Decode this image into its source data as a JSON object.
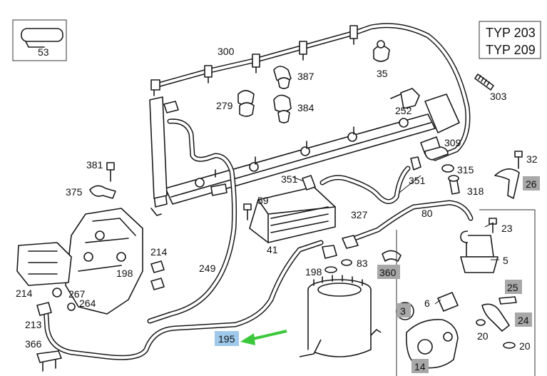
{
  "title_box": {
    "line1": "TYP 203",
    "line2": "TYP 209"
  },
  "highlight": {
    "label": "195",
    "box_color": "#9ec9ea",
    "arrow_color": "#3cc83c"
  },
  "labels": {
    "p53": "53",
    "p300": "300",
    "p35": "35",
    "p387": "387",
    "p384": "384",
    "p279": "279",
    "p303": "303",
    "p252": "252",
    "p309": "309",
    "p32": "32",
    "p315": "315",
    "p26": "26",
    "p318": "318",
    "p351a": "351",
    "p351b": "351",
    "p381": "381",
    "p375": "375",
    "p59": "59",
    "p327": "327",
    "p80": "80",
    "p23": "23",
    "p41": "41",
    "p5": "5",
    "p249": "249",
    "p214a": "214",
    "p214b": "214",
    "p198a": "198",
    "p198b": "198",
    "p83": "83",
    "p360": "360",
    "p25": "25",
    "p267": "267",
    "p264": "264",
    "p6": "6",
    "p3": "3",
    "p24": "24",
    "p213": "213",
    "p20a": "20",
    "p20b": "20",
    "p366": "366",
    "p14": "14"
  },
  "grey_labels": [
    "26",
    "360",
    "25",
    "3",
    "24",
    "14"
  ]
}
